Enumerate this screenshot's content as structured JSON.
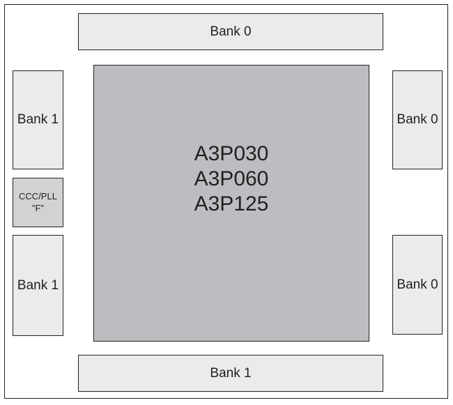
{
  "diagram": {
    "banks": {
      "top": "Bank 0",
      "bottom": "Bank 1",
      "left_upper": "Bank 1",
      "left_lower": "Bank 1",
      "right_upper": "Bank 0",
      "right_lower": "Bank 0"
    },
    "ccc_pll": {
      "line1": "CCC/PLL",
      "line2": "\"F\""
    },
    "core": {
      "devices": [
        "A3P030",
        "A3P060",
        "A3P125"
      ]
    }
  }
}
